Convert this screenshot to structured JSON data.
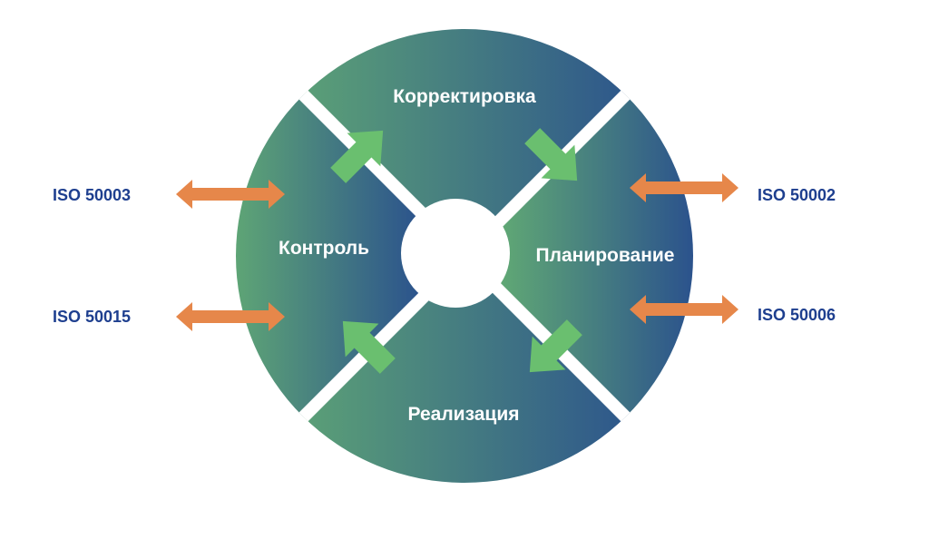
{
  "segments": {
    "top": "Корректировка",
    "right": "Планирование",
    "bottom": "Реализация",
    "left": "Контроль"
  },
  "standards": {
    "left_top": "ISO 50003",
    "left_bottom": "ISO 50015",
    "right_top": "ISO 50002",
    "right_bottom": "ISO 50006"
  },
  "colors": {
    "gradient_light": "#6ab870",
    "gradient_dark": "#1f3f92",
    "cycle_arrow": "#6abf6f",
    "standard_arrow": "#e6874a",
    "standard_text": "#1e3f8f"
  }
}
